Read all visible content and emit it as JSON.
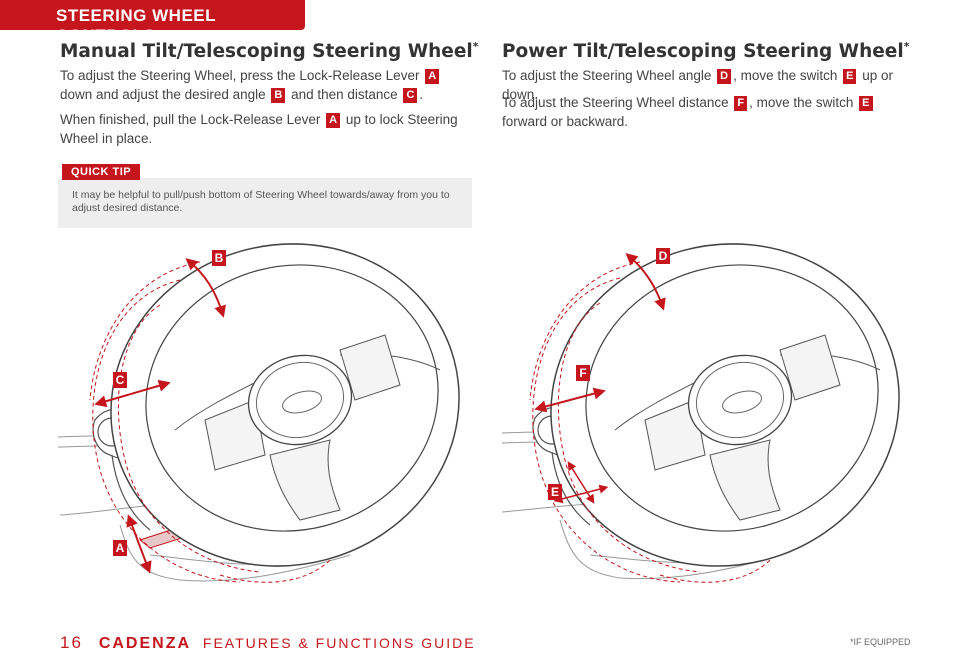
{
  "header": {
    "section": "STEERING WHEEL CONTROLS"
  },
  "manual": {
    "title": "Manual Tilt/Telescoping Steering Wheel",
    "star": "*",
    "p1_a": "To adjust the Steering Wheel, press the Lock-Release Lever ",
    "p1_b": " down and adjust the desired angle ",
    "p1_c": " and then distance ",
    "p1_d": ".",
    "p2_a": "When finished, pull the Lock-Release Lever ",
    "p2_b": " up to lock Steering Wheel in place."
  },
  "power": {
    "title": "Power Tilt/Telescoping Steering Wheel",
    "star": "*",
    "p1_a": "To adjust the Steering Wheel angle ",
    "p1_b": ", move the switch ",
    "p1_c": " up or down.",
    "p2_a": "To adjust the Steering Wheel distance ",
    "p2_b": ", move the switch ",
    "p2_c": " forward or backward."
  },
  "labels": {
    "A": "A",
    "B": "B",
    "C": "C",
    "D": "D",
    "E": "E",
    "F": "F"
  },
  "quick_tip": {
    "tag": "QUICK TIP",
    "text": "It may be helpful to pull/push bottom of Steering Wheel towards/away from you to adjust desired distance."
  },
  "footer": {
    "page": "16",
    "brand": "CADENZA",
    "guide": "FEATURES & FUNCTIONS GUIDE",
    "note": "*IF EQUIPPED"
  },
  "colors": {
    "accent": "#c4161c",
    "wheel": "#ffffff",
    "outline": "#444444",
    "tip_bg": "#eeeeee"
  }
}
